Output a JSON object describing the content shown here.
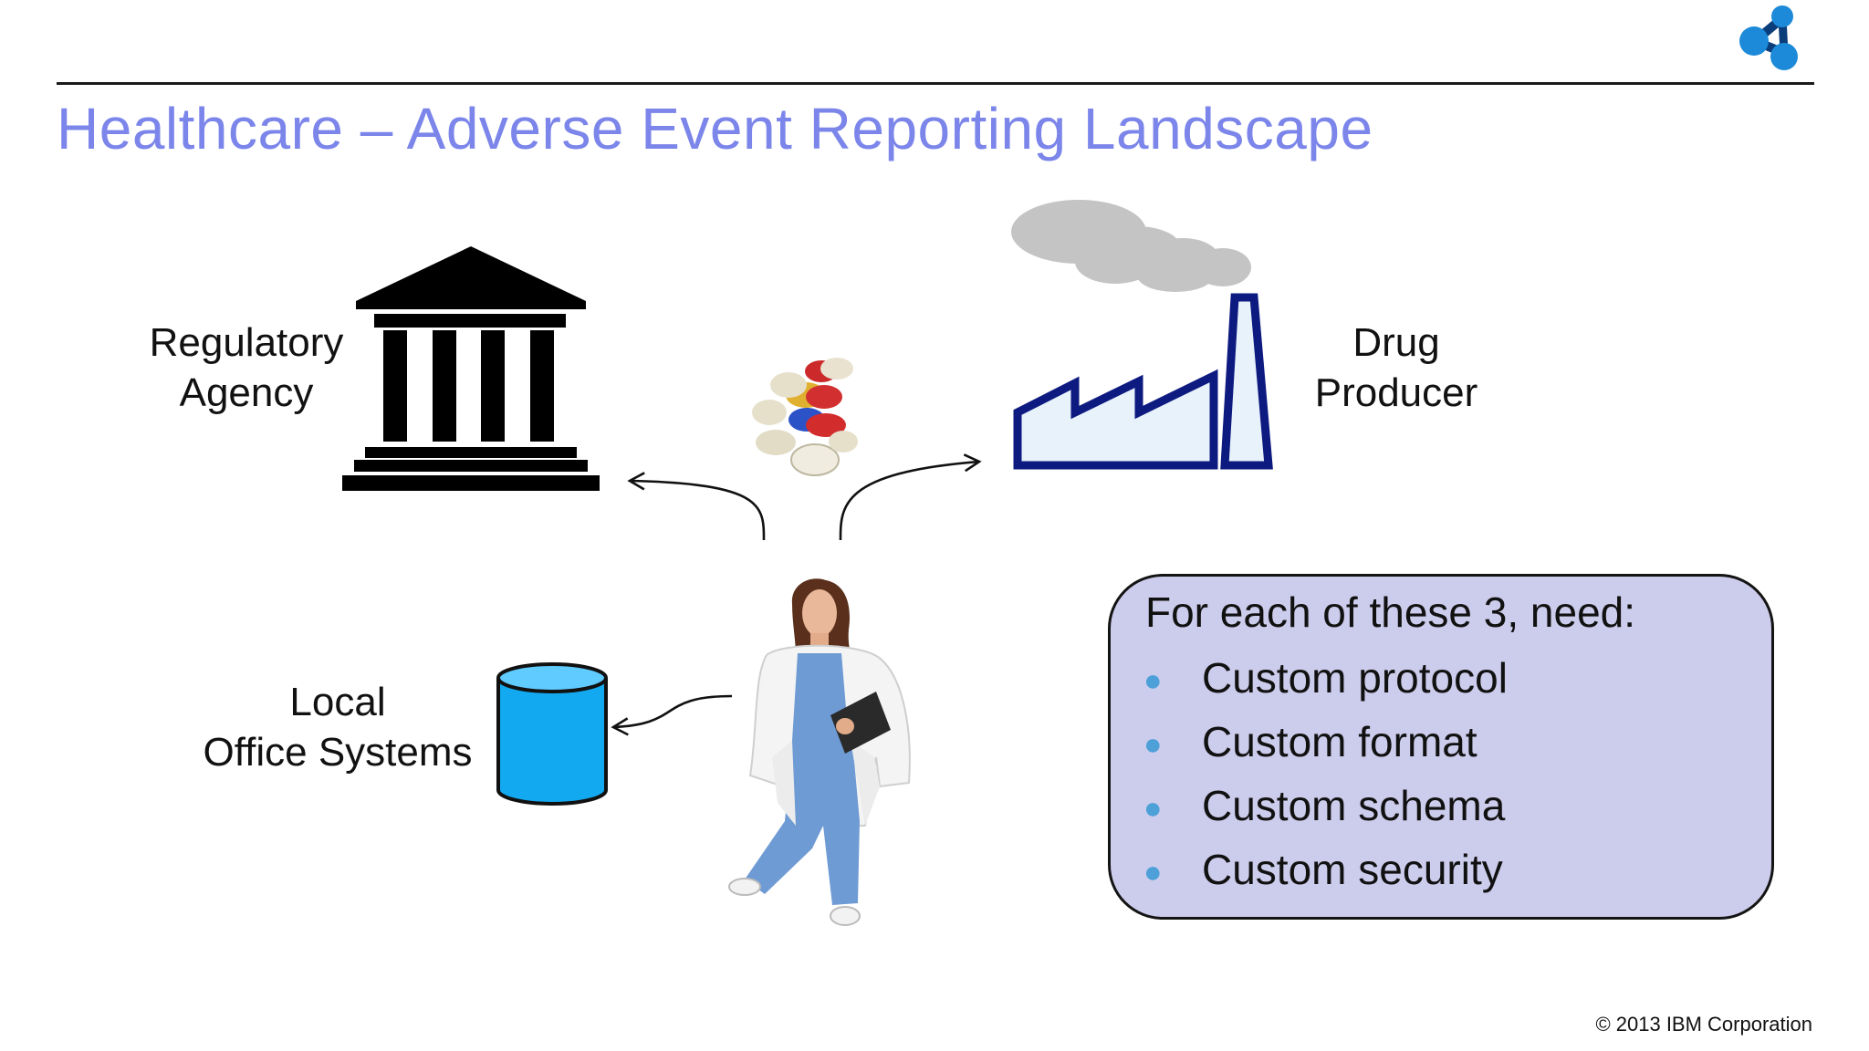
{
  "slide": {
    "title": "Healthcare – Adverse Event Reporting Landscape",
    "copyright": "© 2013 IBM Corporation"
  },
  "labels": {
    "regulatory_line1": "Regulatory",
    "regulatory_line2": "Agency",
    "drug_line1": "Drug",
    "drug_line2": "Producer",
    "local_line1": "Local",
    "local_line2": "Office Systems"
  },
  "callout": {
    "heading": "For each of these 3, need:",
    "items": [
      "Custom protocol",
      "Custom format",
      "Custom schema",
      "Custom security"
    ]
  },
  "colors": {
    "title": "#7b85ea",
    "callout_fill": "#ccccec",
    "database": "#12a9f0",
    "bullet": "#4ea0d8",
    "factory_outline": "#0d1a80"
  },
  "icons": [
    "logo-icon",
    "government-building-icon",
    "factory-icon",
    "pills-icon",
    "database-icon",
    "doctor-figure"
  ]
}
